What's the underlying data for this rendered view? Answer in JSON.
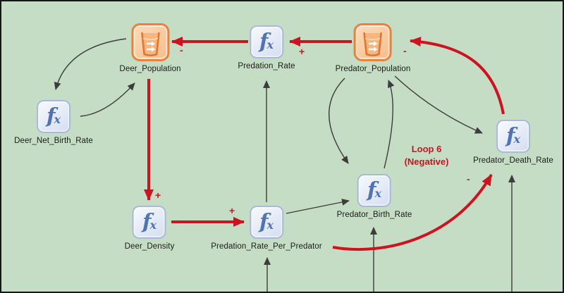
{
  "diagram": {
    "background_color": "#C5DDC4",
    "loop_color": "#CF1220",
    "link_color": "#3C3C3C",
    "colors": {
      "stock_border": "#E8823C",
      "stock_fill": "#F9C99E",
      "converter_border": "#A9B9DC",
      "converter_fill": "#E4EAF7",
      "converter_text": "#4F74B3"
    },
    "nodes": {
      "deer_population": {
        "label": "Deer_Population",
        "type": "stock",
        "icon": "stock-tank-icon"
      },
      "predation_rate": {
        "label": "Predation_Rate",
        "type": "converter",
        "icon": "function-icon"
      },
      "predator_population": {
        "label": "Predator_Population",
        "type": "stock",
        "icon": "stock-tank-icon"
      },
      "deer_net_birth_rate": {
        "label": "Deer_Net_Birth_Rate",
        "type": "converter",
        "icon": "function-icon"
      },
      "deer_density": {
        "label": "Deer_Density",
        "type": "converter",
        "icon": "function-icon"
      },
      "predation_rate_per_predator": {
        "label": "Predation_Rate_Per_Predator",
        "type": "converter",
        "icon": "function-icon"
      },
      "predator_birth_rate": {
        "label": "Predator_Birth_Rate",
        "type": "converter",
        "icon": "function-icon"
      },
      "predator_death_rate": {
        "label": "Predator_Death_Rate",
        "type": "converter",
        "icon": "function-icon"
      }
    },
    "loop_label": {
      "line1": "Loop 6",
      "line2": "(Negative)"
    },
    "signs": {
      "deer_population_in": "-",
      "predation_rate_in": "+",
      "predator_population_in": "-",
      "deer_density_in": "+",
      "predation_rate_per_predator_in": "+",
      "predator_death_rate_in": "-"
    },
    "glyphs": {
      "fx_f": "f",
      "fx_x": "x"
    }
  }
}
